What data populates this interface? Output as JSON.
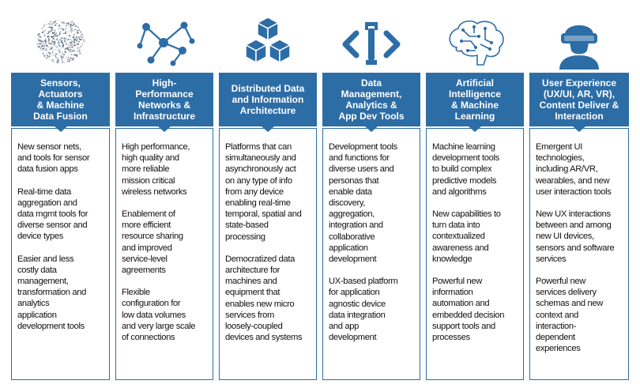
{
  "colors": {
    "header": "#2d6da6",
    "icon": "#2d6da6",
    "sensor_icon": "#5a6b80"
  },
  "columns": [
    {
      "icon": "sensor-dots-icon",
      "title": "Sensors,\nActuators\n& Machine\nData Fusion",
      "items": [
        "New sensor nets,\nand tools for sensor\ndata fusion apps",
        "Real-time data\naggregation and\ndata mgmt tools for\ndiverse sensor  and\ndevice types",
        "Easier and less\ncostly data\nmanagement,\ntransformation and\nanalytics\napplication\ndevelopment tools"
      ]
    },
    {
      "icon": "network-nodes-icon",
      "title": "High-\nPerformance\nNetworks &\nInfrastructure",
      "items": [
        "High performance,\nhigh quality and\nmore reliable\nmission critical\nwireless networks",
        "Enablement of\nmore efficient\nresource sharing\nand improved\nservice-level\nagreements",
        "Flexible\nconfiguration for\nlow data volumes\nand very large scale\nof connections"
      ]
    },
    {
      "icon": "stacked-cubes-icon",
      "title": "Distributed  Data\nand Information\nArchitecture",
      "items": [
        "Platforms that can\nsimultaneously and\nasynchronously act\non any type of info\nfrom any device\nenabling real-time\ntemporal, spatial and\nstate-based\nprocessing",
        "Democratized data\narchitecture for\nmachines and\nequipment that\nenables new micro\nservices from\nloosely-coupled\ndevices and systems"
      ]
    },
    {
      "icon": "code-brackets-icon",
      "title": "Data\nManagement,\nAnalytics &\nApp Dev Tools",
      "items": [
        "Development tools\nand functions for\ndiverse users and\npersonas that\nenable data\ndiscovery,\naggregation,\nintegration and\ncollaborative\napplication\ndevelopment",
        "UX-based platform\nfor application\nagnostic device\ndata integration\nand app\ndevelopment"
      ]
    },
    {
      "icon": "circuit-brain-icon",
      "title": "Artificial\nIntelligence\n& Machine\nLearning",
      "items": [
        "Machine learning\ndevelopment tools\nto build complex\npredictive models\nand algorithms",
        "New capabilities to\nturn data into\ncontextualized\nawareness and\nknowledge",
        "Powerful new\ninformation\nautomation and\nembedded decision\nsupport tools and\nprocesses"
      ]
    },
    {
      "icon": "vr-headset-user-icon",
      "title": "User Experience\n(UX/UI, AR, VR),\nContent Deliver &\nInteraction",
      "items": [
        "Emergent UI\ntechnologies,\nincluding AR/VR,\nwearables, and new\nuser interaction tools",
        "New UX interactions\nbetween and among\nnew UI devices,\nsensors and software\nservices",
        "Powerful new\nservices delivery\nschemas and new\ncontext and\ninteraction-\ndependent\nexperiences"
      ]
    }
  ]
}
